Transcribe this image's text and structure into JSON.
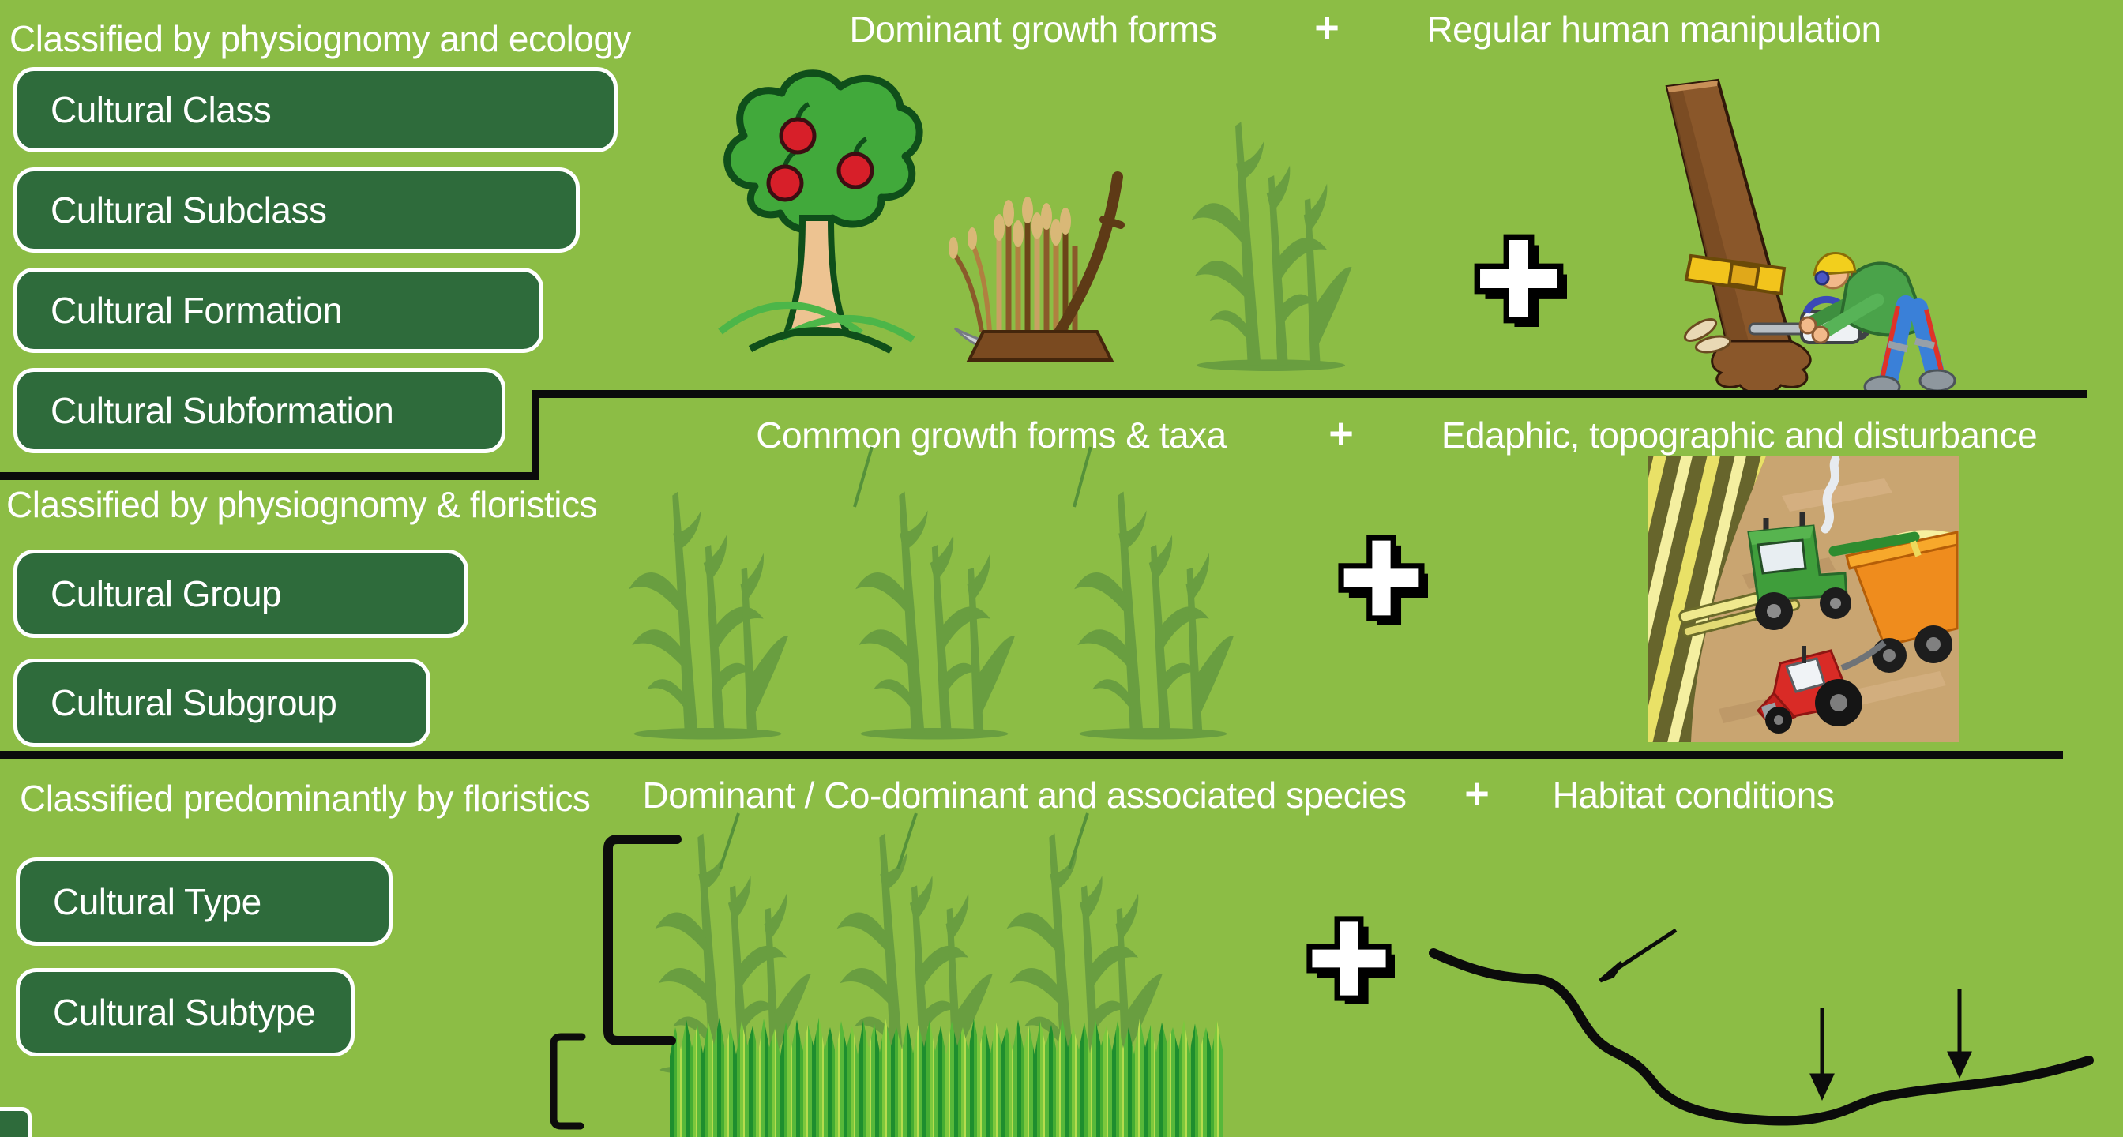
{
  "colors": {
    "background": "#8cbd45",
    "box_fill": "#2e6b3b",
    "box_border": "#ffffff",
    "text": "#ffffff",
    "line_black": "#0b0b0b",
    "corn_green": "#699e40",
    "leader_green": "#55913a"
  },
  "sections": [
    {
      "label": "Classified by physiognomy and ecology",
      "boxes": [
        "Cultural Class",
        "Cultural Subclass",
        "Cultural Formation",
        "Cultural Subformation"
      ],
      "banner_left": "Dominant growth forms",
      "banner_plus": "+",
      "banner_right": "Regular human manipulation"
    },
    {
      "label": "Classified by physiognomy & floristics",
      "boxes": [
        "Cultural Group",
        "Cultural Subgroup"
      ],
      "banner_left": "Common growth forms & taxa",
      "banner_plus": "+",
      "banner_right": "Edaphic, topographic and disturbance"
    },
    {
      "label": "Classified predominantly by floristics",
      "boxes": [
        "Cultural Type",
        "Cultural Subtype"
      ],
      "banner_left": "Dominant / Co-dominant and associated species",
      "banner_plus": "+",
      "banner_right": "Habitat conditions"
    }
  ],
  "artwork": {
    "apple_tree": "apple-tree-icon",
    "wheat_scythe": "wheat-sheaf-scythe-icon",
    "corn": "corn-stalks-icon",
    "plus": "plus-3d-icon",
    "tree_felling": "lumberjack-felling-tree-icon",
    "harvest": "combine-harvester-scene-icon",
    "grass": "grass-sward-icon",
    "bracket": "bracket-icon",
    "terrain": "terrain-profile-arrows-icon"
  }
}
